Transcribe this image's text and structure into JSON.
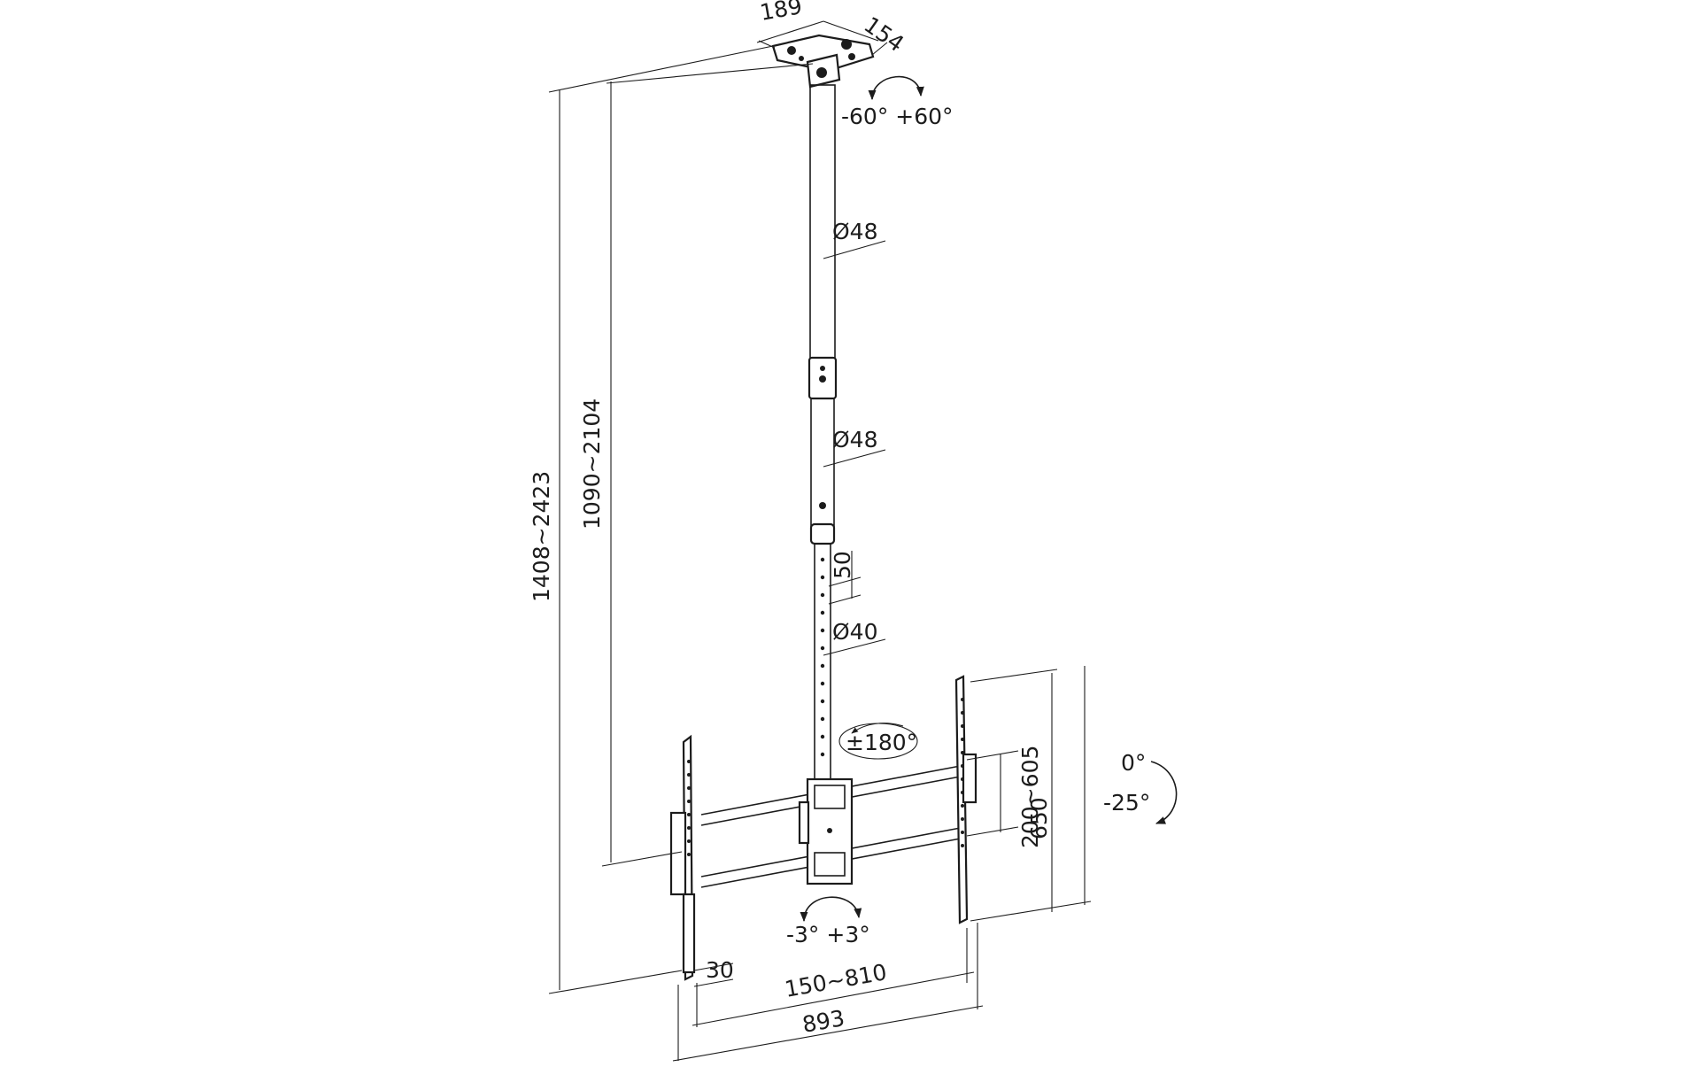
{
  "dimensions": {
    "plate_width": "189",
    "plate_depth": "154",
    "pole_rotation": "-60° +60°",
    "pole_upper_diameter": "Ø48",
    "pole_middle_diameter": "Ø48",
    "hole_spacing": "50",
    "pole_lower_diameter": "Ø40",
    "swivel": "±180°",
    "total_height": "1408~2423",
    "pole_height": "1090~2104",
    "vesa_vertical_a": "200~605",
    "vesa_vertical_b": "650",
    "tilt_up": "0°",
    "tilt_down": "-25°",
    "level_adjust": "-3° +3°",
    "arm_depth": "30",
    "vesa_horizontal": "150~810",
    "total_width": "893"
  }
}
